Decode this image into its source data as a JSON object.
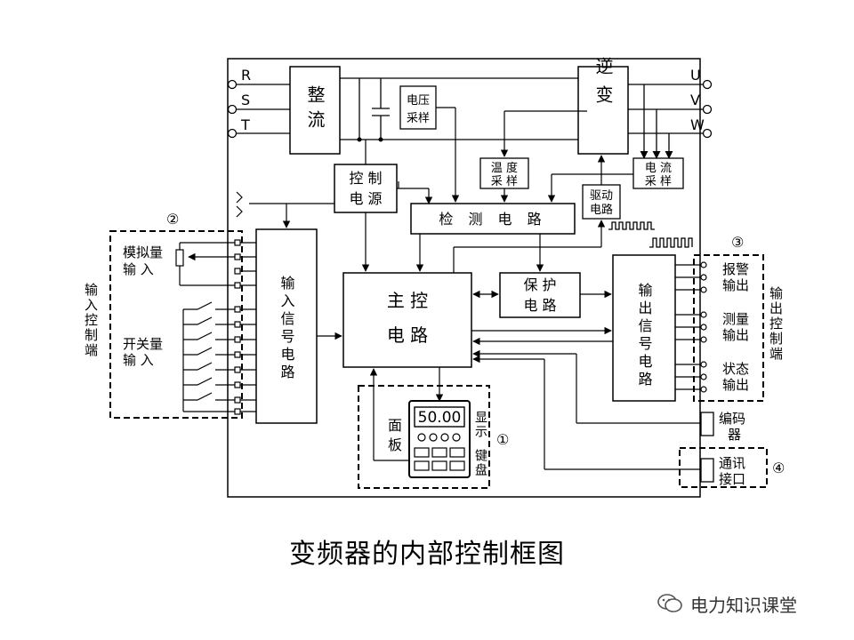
{
  "caption": "变频器的内部控制框图",
  "watermark": {
    "text": "电力知识课堂",
    "icon": "wechat-icon"
  },
  "terminals": {
    "input": [
      "R",
      "S",
      "T"
    ],
    "output": [
      "U",
      "V",
      "W"
    ]
  },
  "blocks": {
    "rectifier": "整流",
    "voltage_sampling": "电压采样",
    "inverter": "逆变",
    "control_power": "控制电源",
    "temperature_sampling": "温度采样",
    "current_sampling": "电流采样",
    "drive_circuit": "驱动电路",
    "detection_circuit": "检测电路",
    "main_control": "主控电路",
    "protection_circuit": "保护电路",
    "input_signal_circuit": "输入信号电路",
    "output_signal_circuit": "输出信号电路",
    "panel": "面板",
    "display": "显示",
    "keyboard": "键盘",
    "display_value": "50.00",
    "encoder": "编码器",
    "comm": "通讯接口"
  },
  "groups": {
    "input_control": {
      "title": "输入控制端",
      "analog": "模拟量输入",
      "switch": "开关量输入"
    },
    "output_control": {
      "title": "输出控制端",
      "alarm": "报警输出",
      "measure": "测量输出",
      "status": "状态输出"
    }
  },
  "markers": [
    "①",
    "②",
    "③",
    "④"
  ],
  "colors": {
    "line": "#000000",
    "background": "#ffffff"
  }
}
